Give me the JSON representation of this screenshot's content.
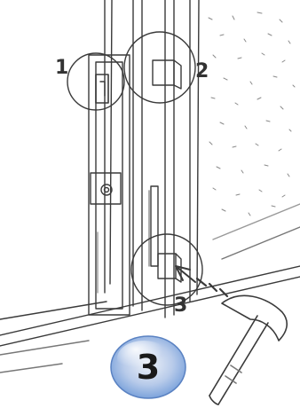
{
  "illustration": {
    "callouts": [
      {
        "label": "1"
      },
      {
        "label": "2"
      },
      {
        "label": "3"
      }
    ],
    "step_badge": {
      "label": "3",
      "colors": {
        "outer": "#6f9ad8",
        "inner": "#eef2f8",
        "text": "#1a1a1a"
      }
    },
    "colors": {
      "sketch_line": "#3a3a3a",
      "shade": "#9a9a9a"
    },
    "icons": [
      "hammer-icon",
      "arrow-icon",
      "magnifier-circle-icon"
    ]
  }
}
